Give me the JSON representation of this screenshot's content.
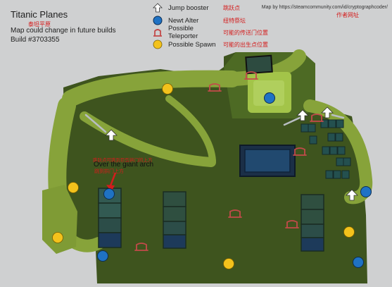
{
  "header": {
    "title": "Titanic Planes",
    "title_cn": "泰坦平原",
    "subtitle": "Map could change in future builds",
    "build": "Build #3703355"
  },
  "legend": [
    {
      "icon": "jump-booster-icon",
      "label": "Jump booster",
      "label_cn": "跳跃点"
    },
    {
      "icon": "newt-altar-icon",
      "label": "Newt Alter",
      "label_cn": "纽特祭坛"
    },
    {
      "icon": "teleporter-icon",
      "label": "Possible Teleporter",
      "label_cn": "可能的传送门位置"
    },
    {
      "icon": "spawn-icon",
      "label": "Possible Spawn",
      "label_cn": "可能的出生点位置"
    }
  ],
  "credit": {
    "text": "Map by https://steamcommunity.com/id/cryptographcoder/",
    "text_cn": "作者网址"
  },
  "annotation": {
    "text": "Over the giant arch",
    "text_cn_top": "跳跃点可跳到巨型拱门的上方",
    "text_cn_bottom": "跳到拱门上方"
  },
  "colors": {
    "background": "#cfd0d1",
    "terrain_dark": "#3b4f1d",
    "terrain_mid": "#4f6b24",
    "path_light": "#8aa63c",
    "plateau": "#a8c94a",
    "spawn": "#f3c21c",
    "newt_altar": "#1f72c4",
    "structure": "#2c4a44",
    "water": "#1f3a5a",
    "accent_red": "#d41c1c"
  }
}
